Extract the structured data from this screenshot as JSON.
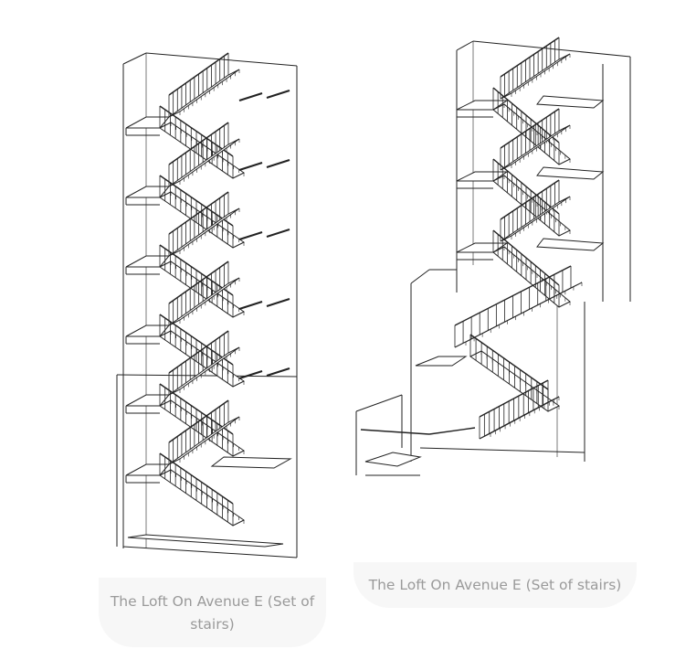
{
  "gallery": [
    {
      "caption": "The Loft On Avenue E (Set of stairs)",
      "image": "stair-drawing-tall"
    },
    {
      "caption": "The Loft On Avenue E (Set of stairs)",
      "image": "stair-drawing-split"
    }
  ],
  "colors": {
    "line": "#222222",
    "caption_bg": "#f7f7f7",
    "caption_text": "#9a9a9a"
  }
}
